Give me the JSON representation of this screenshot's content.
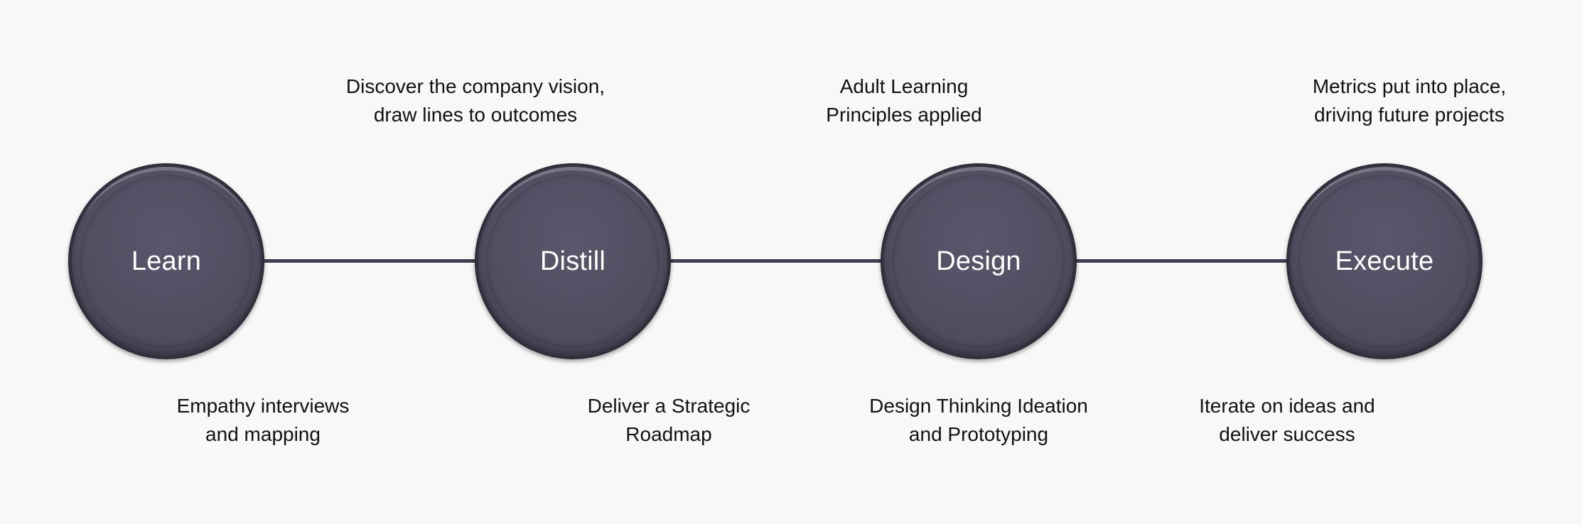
{
  "steps": [
    {
      "label": "Learn"
    },
    {
      "label": "Distill"
    },
    {
      "label": "Design"
    },
    {
      "label": "Execute"
    }
  ],
  "top_notes": [
    {
      "line1": "Discover the company vision,",
      "line2": "draw lines to outcomes"
    },
    {
      "line1": "Adult Learning",
      "line2": "Principles applied"
    },
    {
      "line1": "Metrics put into place,",
      "line2": "driving future projects"
    }
  ],
  "bottom_notes": [
    {
      "line1": "Empathy interviews",
      "line2": "and mapping"
    },
    {
      "line1": "Deliver a Strategic",
      "line2": "Roadmap"
    },
    {
      "line1": "Design Thinking Ideation",
      "line2": "and Prototyping"
    },
    {
      "line1": "Iterate on ideas and",
      "line2": "deliver success"
    }
  ],
  "colors": {
    "circle_fill": "#524e62",
    "connector": "#3f3d4f",
    "background": "#f8f8f8"
  }
}
